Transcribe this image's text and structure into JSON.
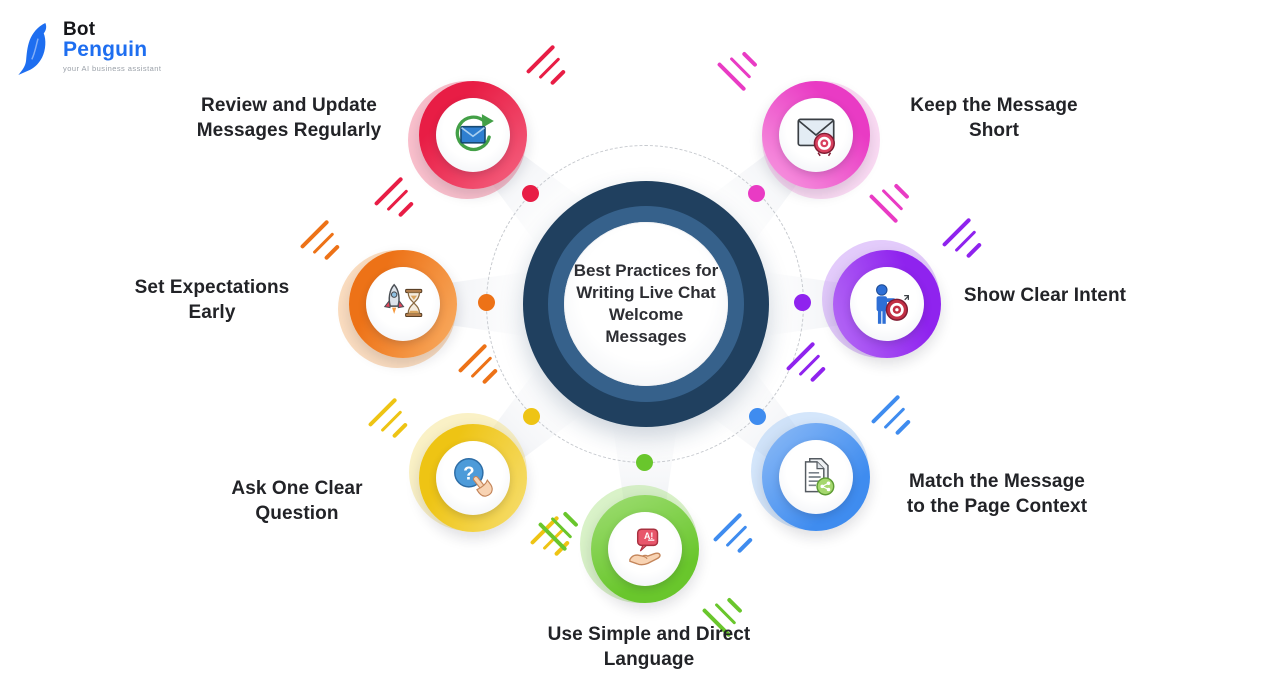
{
  "logo": {
    "bot": "Bot",
    "penguin": "Penguin",
    "tagline": "your AI business assistant",
    "brand_color": "#1e6ef0"
  },
  "center": {
    "title": "Best Practices for\nWriting Live Chat\nWelcome\nMessages",
    "outer_ring_color": "#20405f",
    "inner_ring_color": "#36618b"
  },
  "items": [
    {
      "id": "review-update",
      "label": "Review and Update\nMessages Regularly",
      "icon": "refresh-mail-icon",
      "color": "#e81d45",
      "color_light": "#f4617f"
    },
    {
      "id": "keep-short",
      "label": "Keep the Message\nShort",
      "icon": "mail-target-icon",
      "color": "#e93bc4",
      "color_light": "#f79ae0"
    },
    {
      "id": "set-expectations",
      "label": "Set Expectations\nEarly",
      "icon": "rocket-hourglass-icon",
      "color": "#ed7217",
      "color_light": "#f8ab60"
    },
    {
      "id": "show-intent",
      "label": "Show Clear Intent",
      "icon": "person-target-icon",
      "color": "#8f23ee",
      "color_light": "#b46af5"
    },
    {
      "id": "ask-question",
      "label": "Ask One Clear\nQuestion",
      "icon": "question-hand-icon",
      "color": "#eec414",
      "color_light": "#f6dd6d"
    },
    {
      "id": "match-context",
      "label": "Match the Message\nto the Page Context",
      "icon": "doc-share-icon",
      "color": "#3f8cef",
      "color_light": "#8ab9f6"
    },
    {
      "id": "use-simple",
      "label": "Use Simple and Direct\nLanguage",
      "icon": "hand-chat-icon",
      "color": "#69c62c",
      "color_light": "#9cdc70"
    }
  ]
}
